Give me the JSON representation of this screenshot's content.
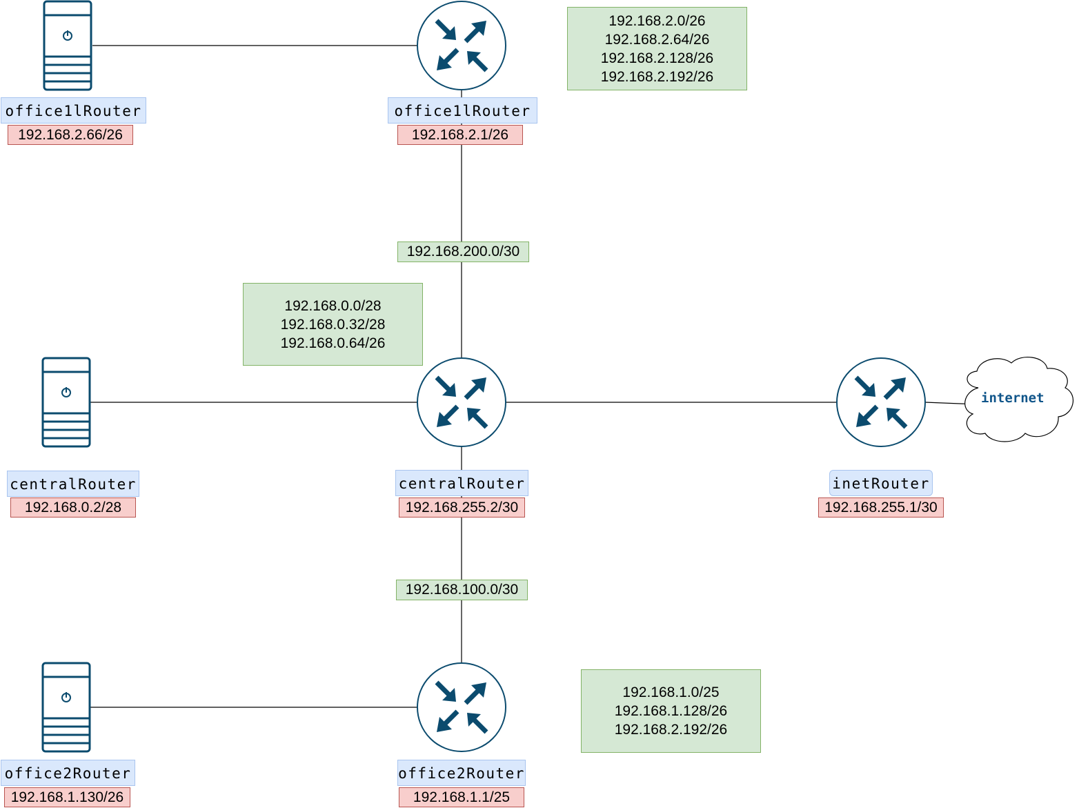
{
  "colors": {
    "node_stroke": "#0b4b6e",
    "link": "#000000",
    "name_fill": "#dae8fc",
    "ip_fill": "#f8cecc",
    "net_fill": "#d5e8d4",
    "cloud_text": "#10558a"
  },
  "nodes": {
    "office1_server": {
      "icon": "server-icon",
      "name": "office1lRouter",
      "ip": "192.168.2.66/26"
    },
    "office1_router": {
      "icon": "router-icon",
      "name": "office1lRouter",
      "ip": "192.168.2.1/26"
    },
    "central_server": {
      "icon": "server-icon",
      "name": "centralRouter",
      "ip": "192.168.0.2/28"
    },
    "central_router": {
      "icon": "router-icon",
      "name": "centralRouter",
      "ip": "192.168.255.2/30"
    },
    "inet_router": {
      "icon": "router-icon",
      "name": "inetRouter",
      "ip": "192.168.255.1/30"
    },
    "office2_server": {
      "icon": "server-icon",
      "name": "office2Router",
      "ip": "192.168.1.130/26"
    },
    "office2_router": {
      "icon": "router-icon",
      "name": "office2Router",
      "ip": "192.168.1.1/25"
    },
    "internet": {
      "icon": "cloud-icon",
      "label": "internet"
    }
  },
  "links": {
    "office1_central": "192.168.200.0/30",
    "central_office2": "192.168.100.0/30"
  },
  "subnets": {
    "office1": [
      "192.168.2.0/26",
      "192.168.2.64/26",
      "192.168.2.128/26",
      "192.168.2.192/26"
    ],
    "central": [
      "192.168.0.0/28",
      "192.168.0.32/28",
      "192.168.0.64/26"
    ],
    "office2": [
      "192.168.1.0/25",
      "192.168.1.128/26",
      "192.168.2.192/26"
    ]
  }
}
